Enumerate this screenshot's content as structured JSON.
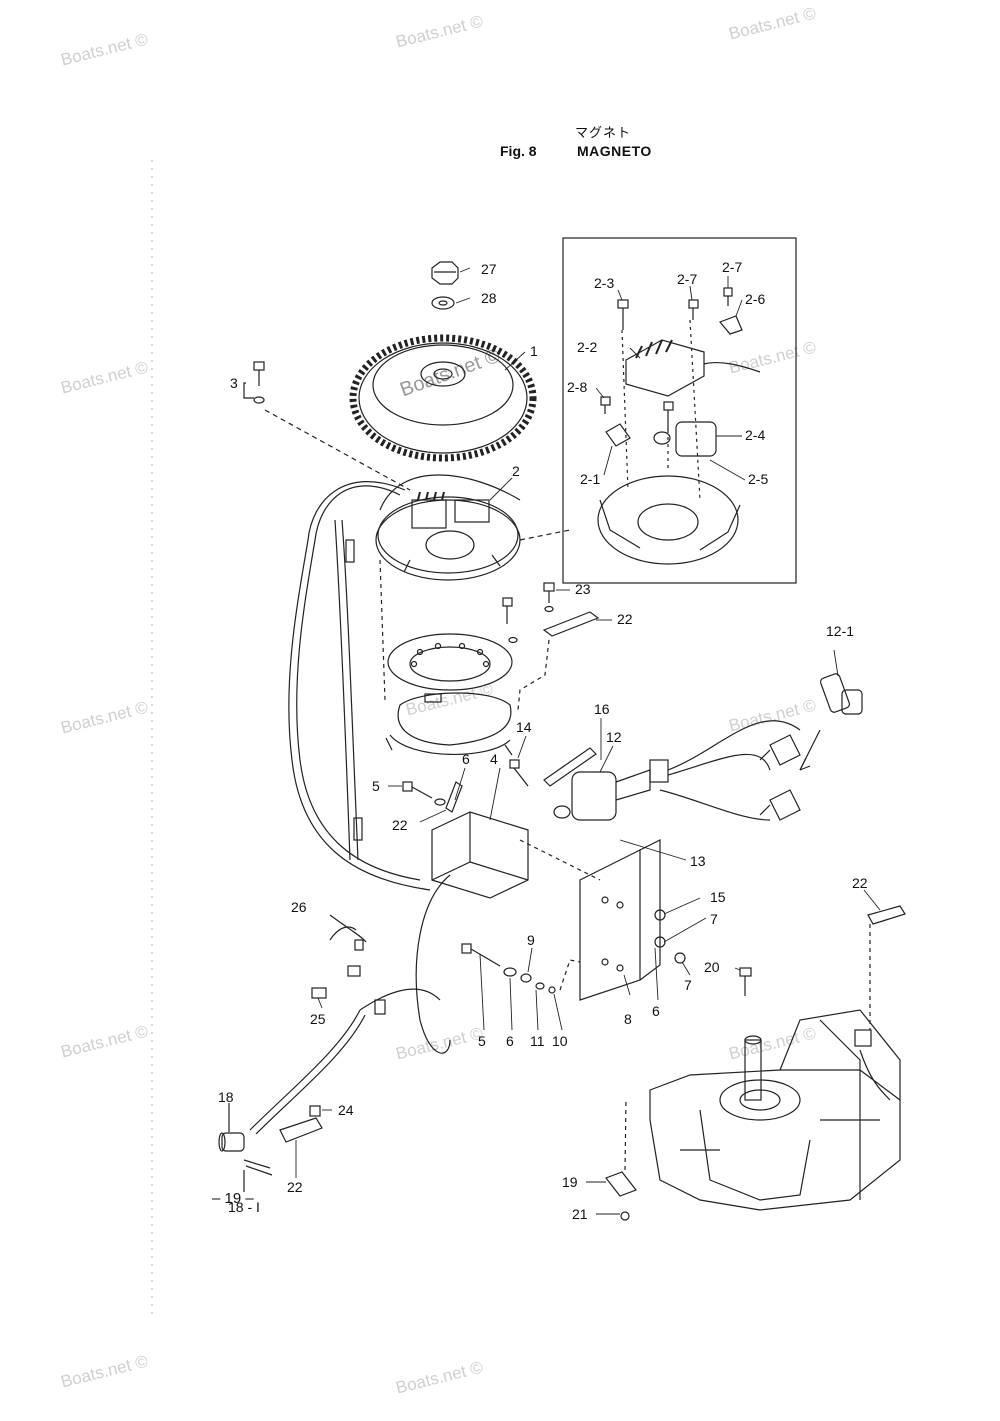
{
  "watermarks": [
    "Boats.net ©",
    "Boats.net ©",
    "Boats.net ©",
    "Boats.net ©",
    "Boats.net ©",
    "Boats.net ©",
    "Boats.net ©",
    "Boats.net ©",
    "Boats.net ©",
    "Boats.net ©",
    "Boats.net ©",
    "Boats.net ©",
    "Boats.net ©",
    "Boats.net ©"
  ],
  "figure": {
    "japanese_title": "マグネト",
    "number": "Fig. 8",
    "title": "MAGNETO"
  },
  "page_number": "– 19 –",
  "callouts": [
    "27",
    "28",
    "1",
    "3",
    "2",
    "23",
    "22",
    "2-3",
    "2-7",
    "2-7",
    "2-6",
    "2-2",
    "2-8",
    "2-4",
    "2-1",
    "2-5",
    "12-1",
    "16",
    "12",
    "14",
    "5",
    "6",
    "4",
    "22",
    "13",
    "15",
    "7",
    "9",
    "26",
    "22",
    "20",
    "7",
    "6",
    "8",
    "5",
    "6",
    "11",
    "10",
    "25",
    "18",
    "24",
    "22",
    "18 - I",
    "19",
    "21"
  ]
}
